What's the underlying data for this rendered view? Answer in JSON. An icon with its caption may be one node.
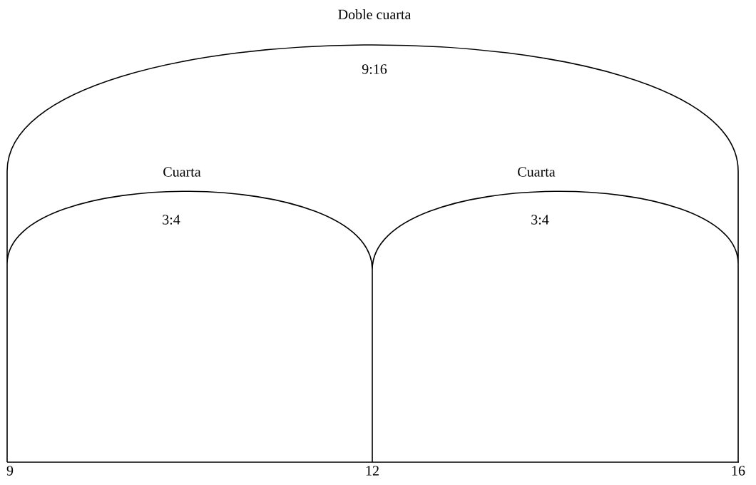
{
  "diagram": {
    "labels": [
      "Doble cuarta",
      "9:16",
      "Cuarta",
      "3:4",
      "Cuarta",
      "3:4",
      "9",
      "12",
      "16"
    ]
  }
}
